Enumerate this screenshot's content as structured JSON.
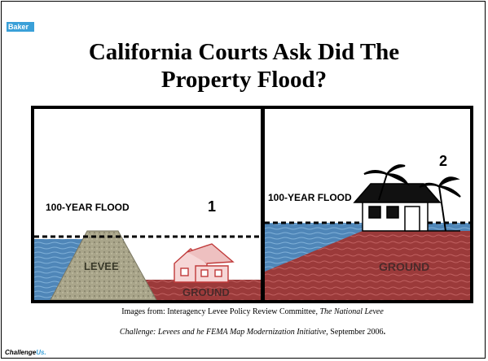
{
  "brand": {
    "tag": "Baker"
  },
  "title": {
    "line1": "California Courts Ask Did The",
    "line2": "Property Flood?"
  },
  "panels": {
    "left": {
      "flood_label": "100-YEAR FLOOD",
      "number": "1",
      "levee_label": "LEVEE",
      "ground_label": "GROUND"
    },
    "right": {
      "flood_label": "100-YEAR FLOOD",
      "number": "2",
      "ground_label": "GROUND"
    }
  },
  "caption": {
    "line1_prefix": "Images from: Interagency Levee Policy Review Committee, ",
    "line1_italic": "The National Levee",
    "line2_italic": "Challenge: Levees and he FEMA Map Modernization Initiative",
    "line2_suffix": ", September 2006",
    "line2_period": "."
  },
  "footer": {
    "logo_main": "Challenge",
    "logo_accent": "Us."
  },
  "colors": {
    "brand": "#3aa0d8",
    "water": "#4f86b8",
    "ground": "#9b3a3a",
    "levee": "#a9a58a"
  }
}
